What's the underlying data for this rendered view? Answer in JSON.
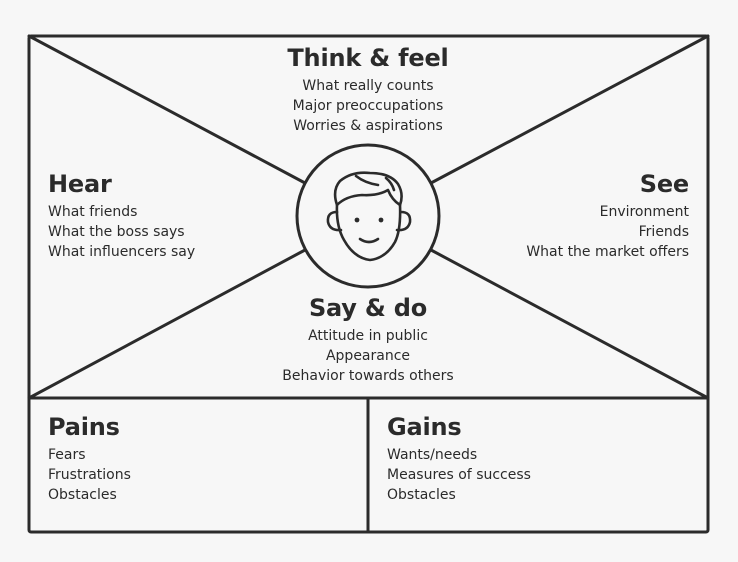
{
  "think_feel": {
    "title": "Think & feel",
    "items": [
      "What really counts",
      "Major preoccupations",
      "Worries & aspirations"
    ]
  },
  "hear": {
    "title": "Hear",
    "items": [
      "What friends",
      "What the boss says",
      "What influencers say"
    ]
  },
  "see": {
    "title": "See",
    "items": [
      "Environment",
      "Friends",
      "What the market offers"
    ]
  },
  "say_do": {
    "title": "Say & do",
    "items": [
      "Attitude in public",
      "Appearance",
      "Behavior towards others"
    ]
  },
  "pains": {
    "title": "Pains",
    "items": [
      "Fears",
      "Frustrations",
      "Obstacles"
    ]
  },
  "gains": {
    "title": "Gains",
    "items": [
      "Wants/needs",
      "Measures of success",
      "Obstacles"
    ]
  },
  "center_icon": "face-icon",
  "colors": {
    "ink": "#2b2b2b",
    "background": "#f7f7f7"
  }
}
